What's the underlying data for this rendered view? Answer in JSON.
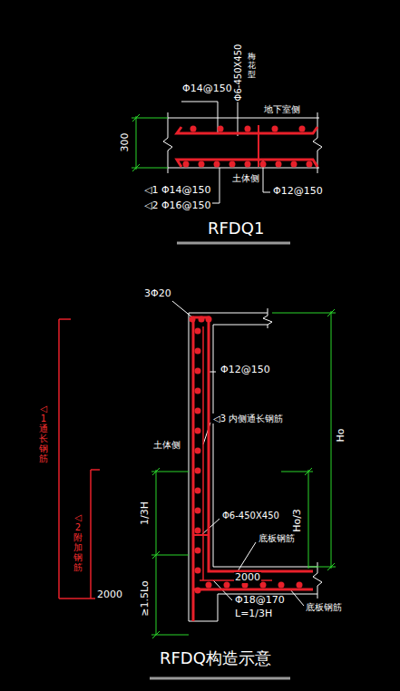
{
  "diagram": {
    "labels": [
      "Φ14@150",
      "Φ6-450X450",
      "梅花型",
      "地下室侧",
      "300",
      "土体侧",
      "◁1 Φ14@150",
      "◁2 Φ16@150",
      "Φ12@150",
      "RFDQ1",
      "3Φ20",
      "Φ12@150",
      "◁3 内侧通长钢筋",
      "土体侧",
      "◁1通长钢筋",
      "◁2 附加钢筋",
      "2000",
      "Ho",
      "1/3H",
      "Φ6-450X450",
      "Ho/3",
      "底板钢筋",
      "2000",
      "Φ18@170",
      "L=1/3H",
      "底板钢筋",
      "≥1.5Lo",
      "RFDQ构造示意"
    ]
  }
}
